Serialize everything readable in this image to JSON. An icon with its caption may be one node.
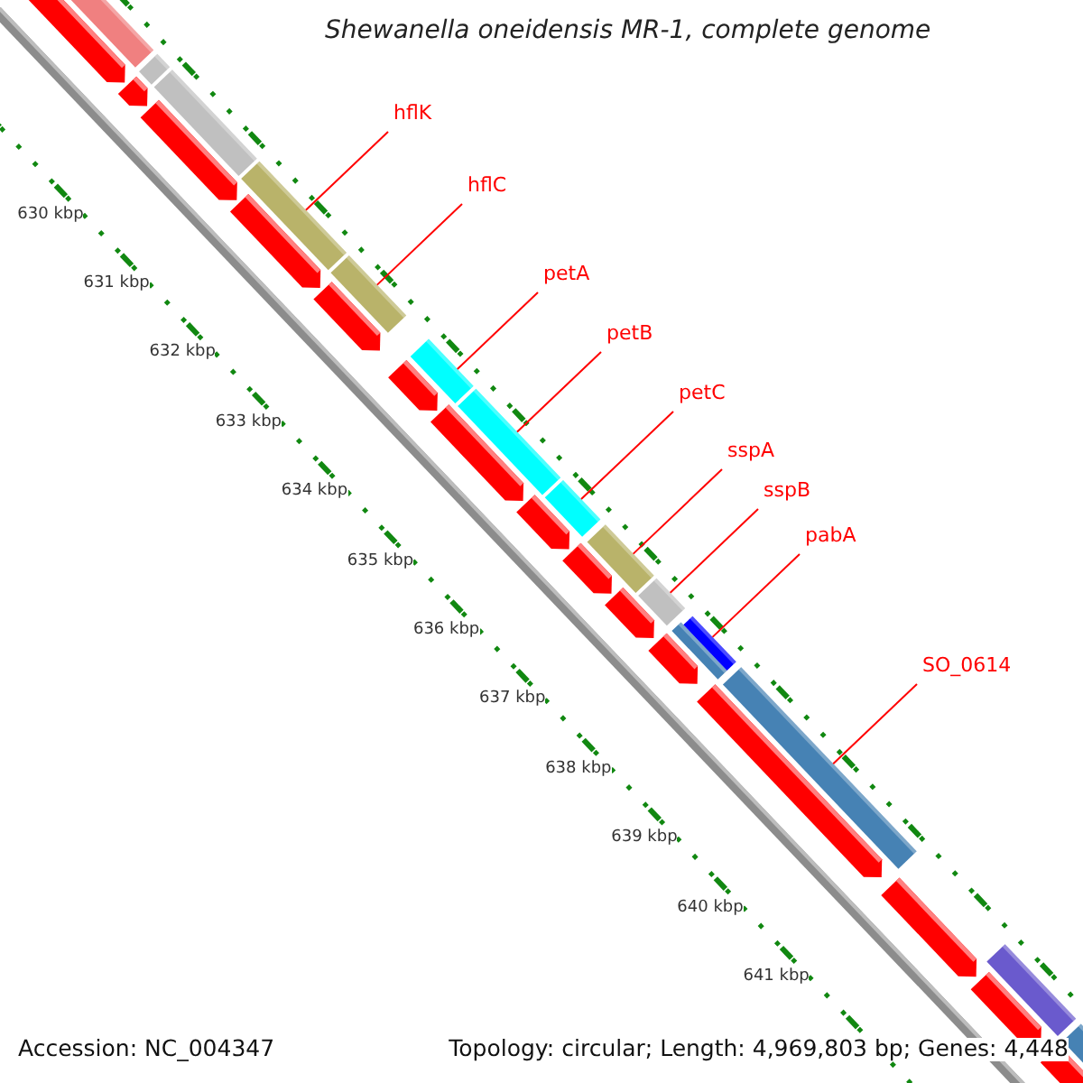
{
  "diagram": {
    "title": "Shewanella oneidensis MR-1, complete genome",
    "nodes": [
      {
        "text": [
          "hflK"
        ]
      },
      {
        "text": [
          "hflC"
        ]
      },
      {
        "text": [
          "petA"
        ]
      },
      {
        "text": [
          "petB"
        ]
      },
      {
        "text": [
          "petC"
        ]
      },
      {
        "text": [
          "sspA"
        ]
      },
      {
        "text": [
          "sspB"
        ]
      },
      {
        "text": [
          "pabA"
        ]
      },
      {
        "text": [
          "SO_0614"
        ]
      },
      {
        "text": [],
        "shape": "bar"
      },
      {
        "text": [],
        "shape": "bar"
      },
      {
        "text": [],
        "shape": "bar"
      },
      {
        "text": [],
        "shape": "bar"
      },
      {
        "text": [],
        "shape": "bar"
      },
      {
        "text": [],
        "shape": "bar"
      },
      {
        "text": [],
        "shape": "bar"
      },
      {
        "text": [],
        "shape": "bar"
      },
      {
        "text": [],
        "shape": "bar"
      }
    ],
    "edges": [
      {
        "from": 0,
        "to": 9,
        "arrow": "none"
      },
      {
        "from": 1,
        "to": 10,
        "arrow": "none"
      },
      {
        "from": 2,
        "to": 11,
        "arrow": "none"
      },
      {
        "from": 3,
        "to": 12,
        "arrow": "none"
      },
      {
        "from": 4,
        "to": 13,
        "arrow": "none"
      },
      {
        "from": 5,
        "to": 14,
        "arrow": "none"
      },
      {
        "from": 6,
        "to": 15,
        "arrow": "none"
      },
      {
        "from": 7,
        "to": 16,
        "arrow": "none"
      },
      {
        "from": 8,
        "to": 17,
        "arrow": "none"
      }
    ],
    "labels": [
      "630 kbp",
      "631 kbp",
      "632 kbp",
      "633 kbp",
      "634 kbp",
      "635 kbp",
      "636 kbp",
      "637 kbp",
      "638 kbp",
      "639 kbp",
      "640 kbp",
      "641 kbp",
      "Accession: NC_004347",
      "Topology: circular; Length: 4,969,803 bp; Genes: 4,448"
    ]
  }
}
